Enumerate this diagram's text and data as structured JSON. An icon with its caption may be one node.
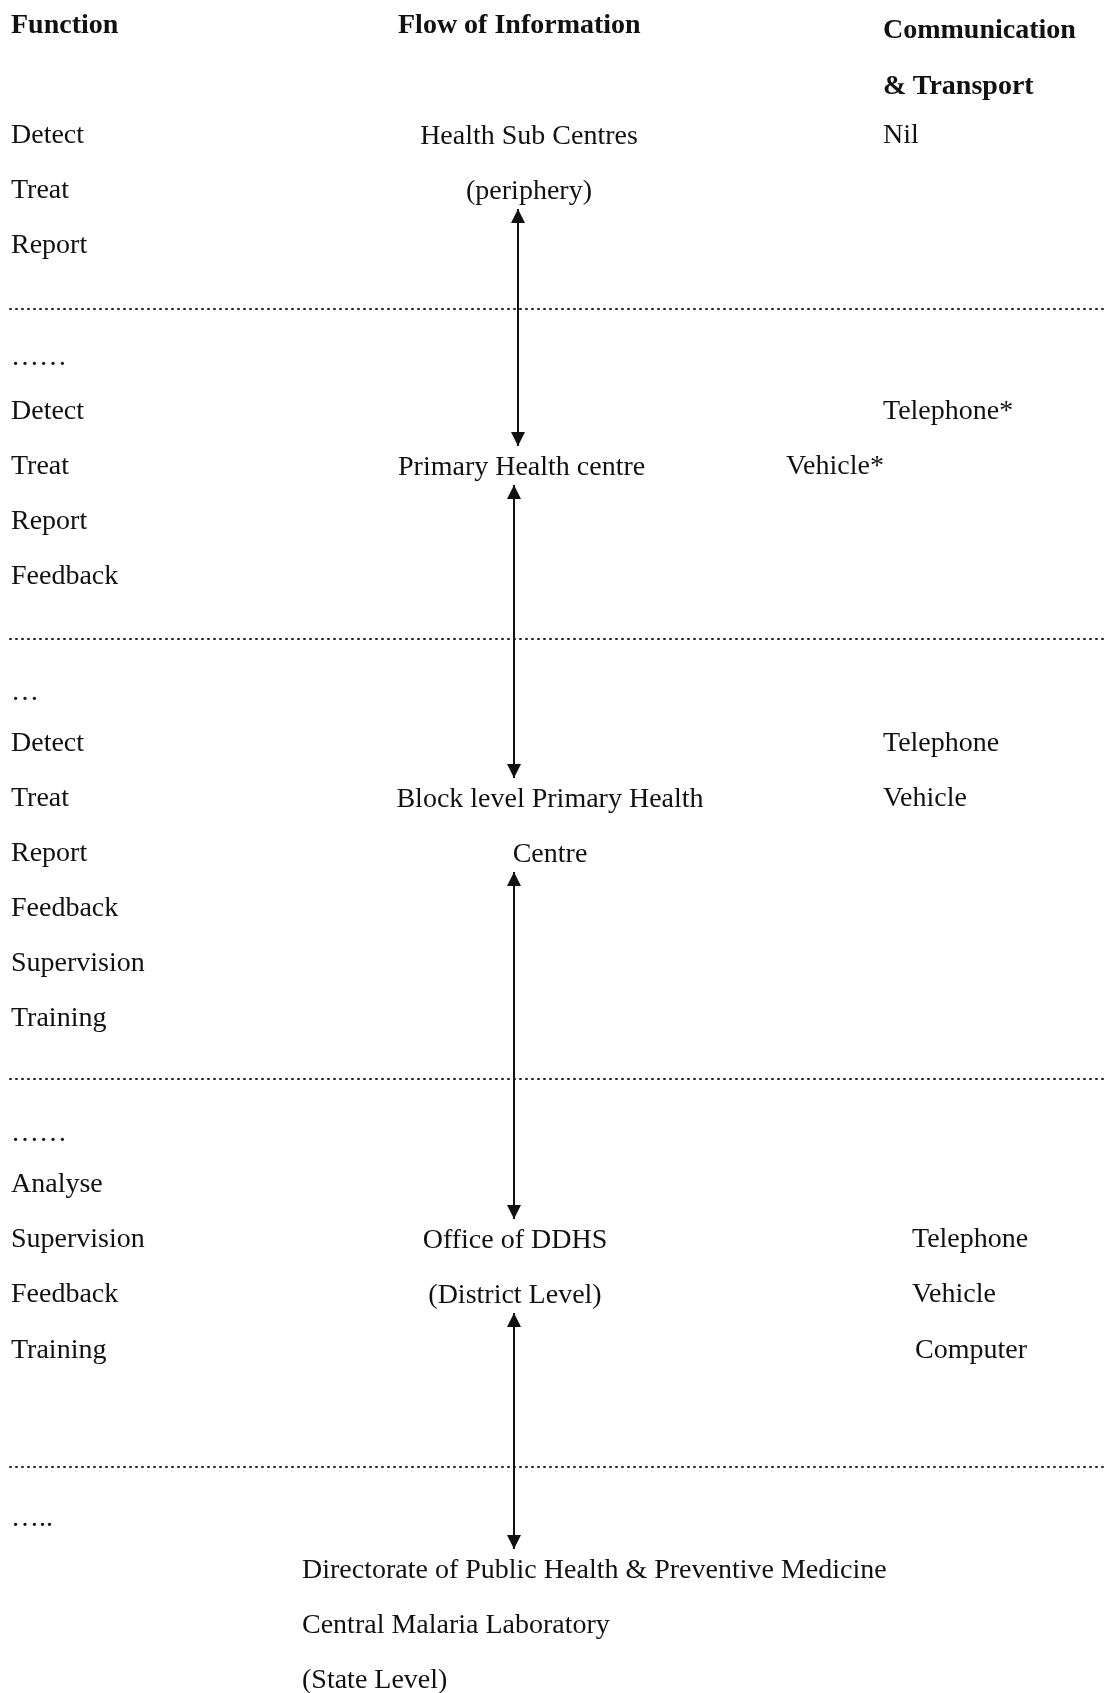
{
  "diagram": {
    "nodes": [
      {
        "text": [
          "Health Sub Centres (periphery)"
        ]
      },
      {
        "text": [
          "Primary Health centre"
        ]
      },
      {
        "text": [
          "Block level Primary Health Centre"
        ]
      },
      {
        "text": [
          "Office of DDHS (District Level)"
        ]
      },
      {
        "text": [
          "Directorate of Public Health & Preventive Medicine",
          "Central Malaria Laboratory",
          "(State Level)"
        ]
      }
    ],
    "edges": [
      {
        "from": 0,
        "to": 1,
        "arrow": "both"
      },
      {
        "from": 1,
        "to": 2,
        "arrow": "both"
      },
      {
        "from": 2,
        "to": 3,
        "arrow": "both"
      },
      {
        "from": 3,
        "to": 4,
        "arrow": "both"
      }
    ],
    "labels": [
      "Function",
      "Flow of Information",
      "Communication & Transport",
      "Detect",
      "Nil",
      "Treat",
      "Report",
      "……",
      "Detect",
      "Telephone*",
      "Treat",
      "Vehicle*",
      "Report",
      "Feedback",
      "…",
      "Detect",
      "Telephone",
      "Treat",
      "Vehicle",
      "Report",
      "Feedback",
      "Supervision",
      "Training",
      "……",
      "Analyse",
      "Supervision",
      "Telephone",
      "Feedback",
      "Vehicle",
      "Training",
      "Computer",
      "….."
    ]
  }
}
